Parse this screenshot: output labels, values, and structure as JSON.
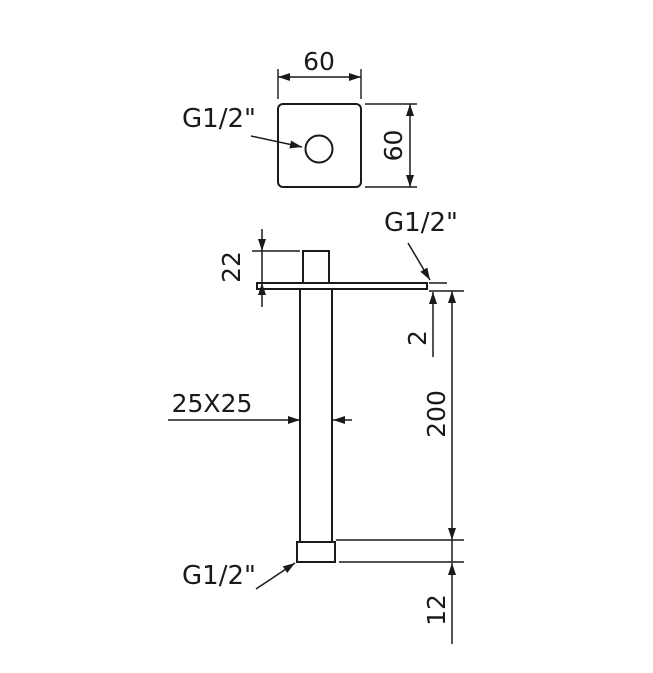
{
  "drawing": {
    "top_view": {
      "width": "60",
      "height": "60",
      "thread": "G1/2\""
    },
    "side_view": {
      "top_thread": "G1/2\"",
      "top_thread_height": "22",
      "plate_thickness": "2",
      "arm_length": "200",
      "cross_section": "25X25",
      "bottom_thread": "G1/2\"",
      "bottom_thread_height": "12"
    },
    "colors": {
      "line": "#1a1a1a",
      "background": "#ffffff"
    }
  }
}
